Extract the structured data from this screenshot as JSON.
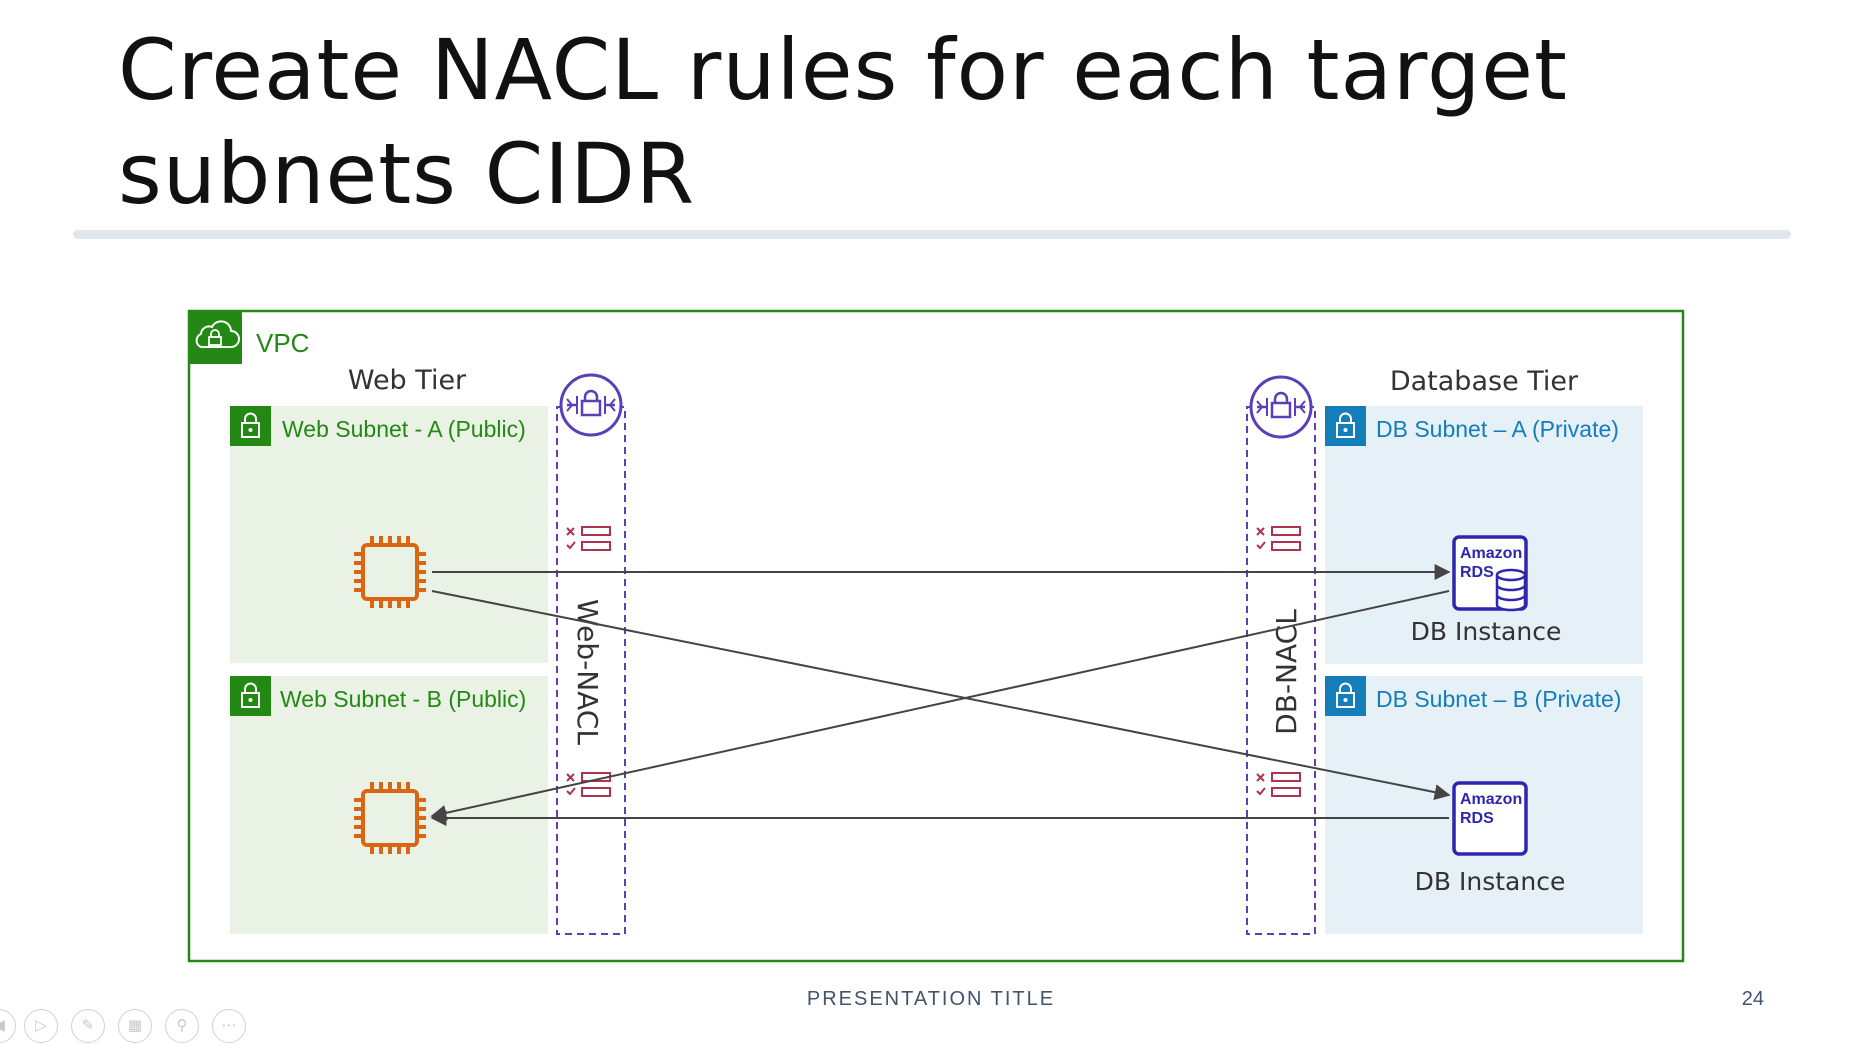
{
  "slide": {
    "title": "Create NACL rules for each target subnets CIDR",
    "footer": "PRESENTATION TITLE",
    "page_number": "24"
  },
  "diagram": {
    "vpc": {
      "label": "VPC",
      "color": "#248814"
    },
    "web_tier": {
      "label": "Web Tier",
      "subnet_a": "Web Subnet - A (Public)",
      "subnet_b": "Web Subnet - B (Public)",
      "color": "#248814",
      "fill": "#e9f2e4"
    },
    "db_tier": {
      "label": "Database Tier",
      "subnet_a": "DB Subnet – A (Private)",
      "subnet_b": "DB Subnet – B (Private)",
      "color": "#147eba",
      "fill": "#e6f0f7"
    },
    "nacls": {
      "web": "Web-NACL",
      "db": "DB-NACL",
      "color": "#5a3fb8"
    },
    "db_instance_a": {
      "badge_line1": "Amazon",
      "badge_line2": "RDS",
      "label": "DB Instance"
    },
    "db_instance_b": {
      "badge_line1": "Amazon",
      "badge_line2": "RDS",
      "label": "DB Instance"
    },
    "compute_color": "#d86613",
    "rds_color": "#2e27ad",
    "rule_icon_color": "#b0334d",
    "connector_color": "#444444"
  },
  "toolbar": {
    "icons": [
      "previous-icon",
      "play-icon",
      "pen-icon",
      "slides-icon",
      "zoom-icon",
      "more-icon"
    ]
  }
}
